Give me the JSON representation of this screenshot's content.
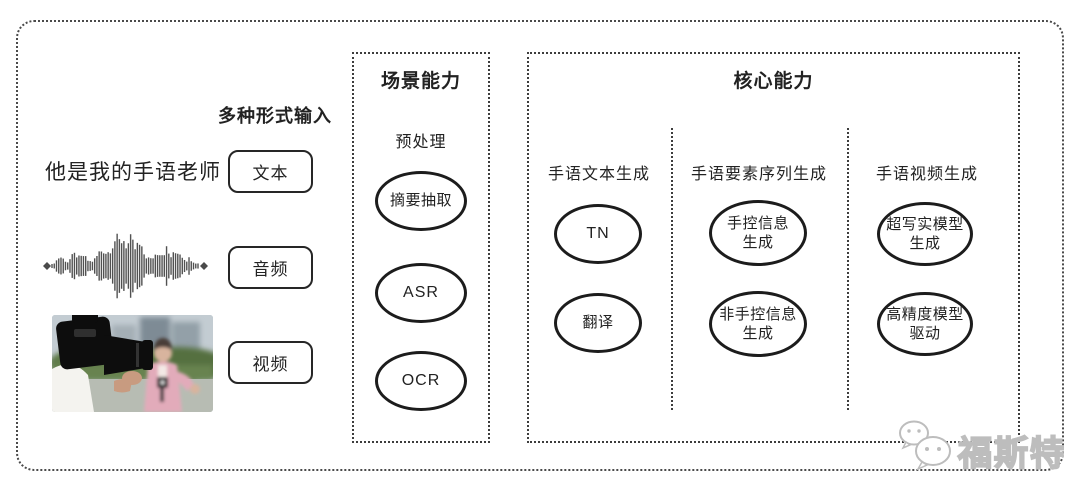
{
  "input_section": {
    "label": "多种形式输入",
    "sample_text": "他是我的手语老师",
    "buttons": [
      {
        "label": "文本"
      },
      {
        "label": "音频"
      },
      {
        "label": "视频"
      }
    ],
    "waveform_icon": "audio-waveform-icon",
    "photo_icon": "camera-reporter-photo"
  },
  "scene_box": {
    "title": "场景能力",
    "subtitle": "预处理",
    "nodes": [
      "摘要抽取",
      "ASR",
      "OCR"
    ]
  },
  "core_box": {
    "title": "核心能力",
    "columns": [
      {
        "header": "手语文本生成",
        "nodes": [
          "TN",
          "翻译"
        ]
      },
      {
        "header": "手语要素序列生成",
        "nodes": [
          "手控信息\n生成",
          "非手控信息\n生成"
        ]
      },
      {
        "header": "手语视频生成",
        "nodes": [
          "超写实模型\n生成",
          "高精度模型\n驱动"
        ]
      }
    ]
  },
  "watermark": {
    "text": "福斯特",
    "icon": "wechat-icon",
    "color": "#bdbdbd"
  },
  "colors": {
    "stroke": "#1c1c1c",
    "dotted_border": "#3d3d3d",
    "background": "#ffffff",
    "text": "#222222"
  }
}
